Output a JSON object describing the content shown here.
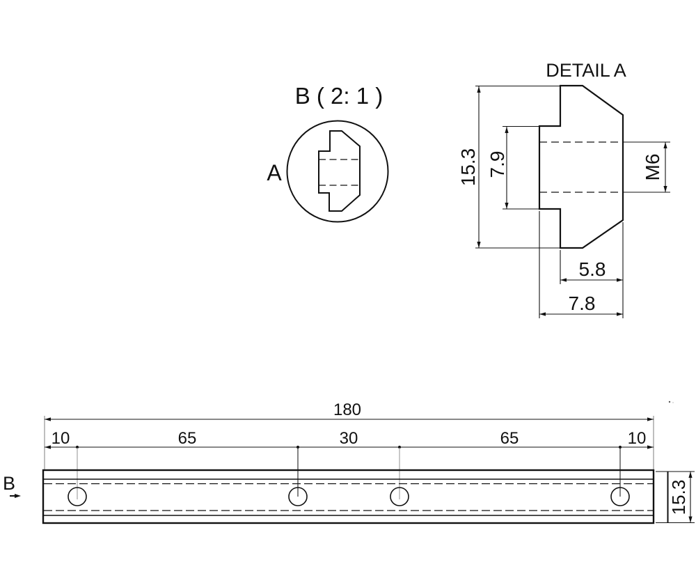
{
  "view_b": {
    "title": "B ( 2: 1 )",
    "section_label": "A"
  },
  "detail_a": {
    "title": "DETAIL A",
    "dim_height": "15.3",
    "dim_slot_depth": "7.9",
    "dim_thread": "M6",
    "dim_slot_width": "5.8",
    "dim_base_width": "7.8"
  },
  "side_view": {
    "view_label": "B",
    "dim_total": "180",
    "dim_left_end": "10",
    "dim_left_span": "65",
    "dim_center": "30",
    "dim_right_span": "65",
    "dim_right_end": "10",
    "dim_height": "15.3"
  },
  "colors": {
    "line": "#111111",
    "centerline_light": "#aaaaaa",
    "extension_gray": "#888888"
  }
}
